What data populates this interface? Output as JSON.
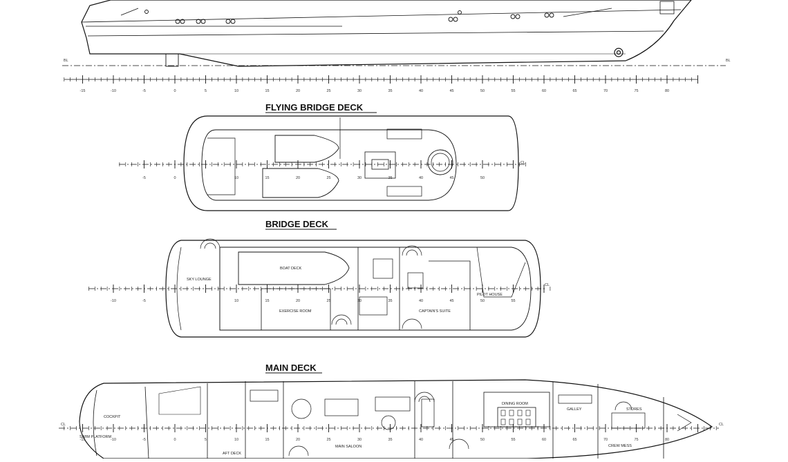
{
  "decks": {
    "flying_bridge": {
      "title": "FLYING BRIDGE DECK"
    },
    "bridge": {
      "title": "BRIDGE DECK",
      "rooms": {
        "sky_lounge": "SKY LOUNGE",
        "boat_deck": "BOAT DECK",
        "exercise_room": "EXERCISE ROOM",
        "captains_suite": "CAPTAIN'S SUITE",
        "pilot_house": "PILOT HOUSE"
      }
    },
    "main": {
      "title": "MAIN DECK",
      "rooms": {
        "cockpit": "COCKPIT",
        "swim_platform": "SWIM PLATFORM",
        "aft_deck": "AFT DECK",
        "main_saloon": "MAIN SALOON",
        "dining_room": "DINING ROOM",
        "galley": "GALLEY",
        "stores": "STORES",
        "crew_mess": "CREW MESS"
      }
    }
  },
  "profile": {
    "baseline_left": "BL",
    "baseline_right": "BL"
  },
  "centerline": {
    "label": "CL"
  },
  "scales": {
    "profile": [
      "-15",
      "-10",
      "-5",
      "0",
      "5",
      "10",
      "15",
      "20",
      "25",
      "30",
      "35",
      "40",
      "45",
      "50",
      "55",
      "60",
      "65",
      "70",
      "75",
      "80"
    ],
    "flying_bridge": [
      "-5",
      "0",
      "10",
      "15",
      "20",
      "25",
      "30",
      "35",
      "40",
      "45",
      "50"
    ],
    "bridge": [
      "-10",
      "-5",
      "10",
      "15",
      "20",
      "25",
      "30",
      "35",
      "40",
      "45",
      "50",
      "55"
    ],
    "main": [
      "-15",
      "-10",
      "-5",
      "0",
      "5",
      "10",
      "15",
      "20",
      "25",
      "30",
      "35",
      "40",
      "45",
      "50",
      "55",
      "60",
      "65",
      "70",
      "75",
      "80"
    ]
  },
  "colors": {
    "line": "#111111",
    "background": "#ffffff"
  }
}
